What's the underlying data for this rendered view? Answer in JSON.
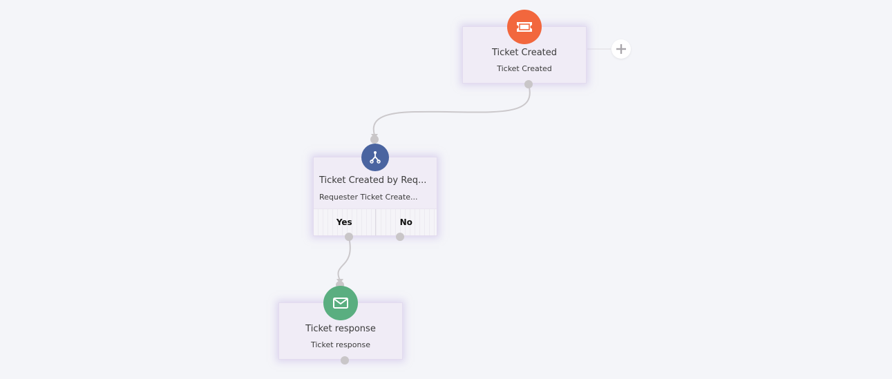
{
  "colors": {
    "trigger": "#f2673d",
    "condition": "#4a64a0",
    "action": "#5aae80",
    "connector": "#cbc8cb"
  },
  "nodes": {
    "trigger": {
      "icon": "ticket-icon",
      "title": "Ticket Created",
      "subtitle": "Ticket Created"
    },
    "condition": {
      "icon": "branch-icon",
      "title": "Ticket Created by Req...",
      "subtitle": "Requester Ticket Create...",
      "branches": [
        {
          "label": "Yes"
        },
        {
          "label": "No"
        }
      ]
    },
    "action": {
      "icon": "envelope-icon",
      "title": "Ticket response",
      "subtitle": "Ticket response"
    }
  },
  "add_button": {
    "icon": "plus-icon",
    "label": "+"
  }
}
